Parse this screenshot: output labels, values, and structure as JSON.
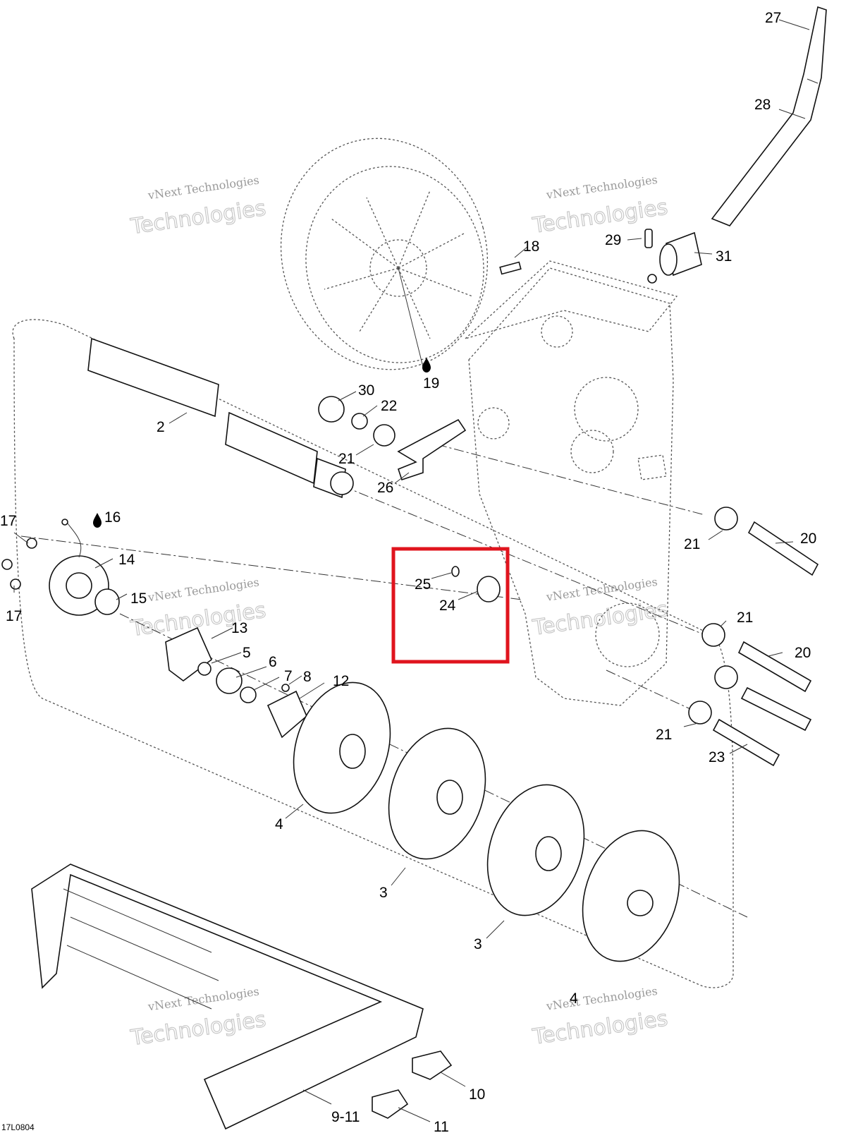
{
  "diagram": {
    "figure_code": "17L0804",
    "highlight_color": "#e0141e",
    "watermark": {
      "line1": "vNext Technologies",
      "line2": "Technologies"
    },
    "callouts": [
      {
        "id": "c27",
        "text": "27"
      },
      {
        "id": "c28",
        "text": "28"
      },
      {
        "id": "c29",
        "text": "29"
      },
      {
        "id": "c31",
        "text": "31"
      },
      {
        "id": "c18",
        "text": "18"
      },
      {
        "id": "c19",
        "text": "19"
      },
      {
        "id": "c30",
        "text": "30"
      },
      {
        "id": "c22",
        "text": "22"
      },
      {
        "id": "c21a",
        "text": "21"
      },
      {
        "id": "c2",
        "text": "2"
      },
      {
        "id": "c26",
        "text": "26"
      },
      {
        "id": "c16",
        "text": "16"
      },
      {
        "id": "c17a",
        "text": "17"
      },
      {
        "id": "c17b",
        "text": "17"
      },
      {
        "id": "c14",
        "text": "14"
      },
      {
        "id": "c15",
        "text": "15"
      },
      {
        "id": "c25",
        "text": "25"
      },
      {
        "id": "c24",
        "text": "24"
      },
      {
        "id": "c21b",
        "text": "21"
      },
      {
        "id": "c20a",
        "text": "20"
      },
      {
        "id": "c21c",
        "text": "21"
      },
      {
        "id": "c20b",
        "text": "20"
      },
      {
        "id": "c21d",
        "text": "21"
      },
      {
        "id": "c23",
        "text": "23"
      },
      {
        "id": "c13",
        "text": "13"
      },
      {
        "id": "c5",
        "text": "5"
      },
      {
        "id": "c6",
        "text": "6"
      },
      {
        "id": "c7",
        "text": "7"
      },
      {
        "id": "c8",
        "text": "8"
      },
      {
        "id": "c12",
        "text": "12"
      },
      {
        "id": "c4a",
        "text": "4"
      },
      {
        "id": "c3a",
        "text": "3"
      },
      {
        "id": "c3b",
        "text": "3"
      },
      {
        "id": "c4b",
        "text": "4"
      },
      {
        "id": "c10",
        "text": "10"
      },
      {
        "id": "c911",
        "text": "9-11"
      },
      {
        "id": "c11",
        "text": "11"
      }
    ]
  }
}
